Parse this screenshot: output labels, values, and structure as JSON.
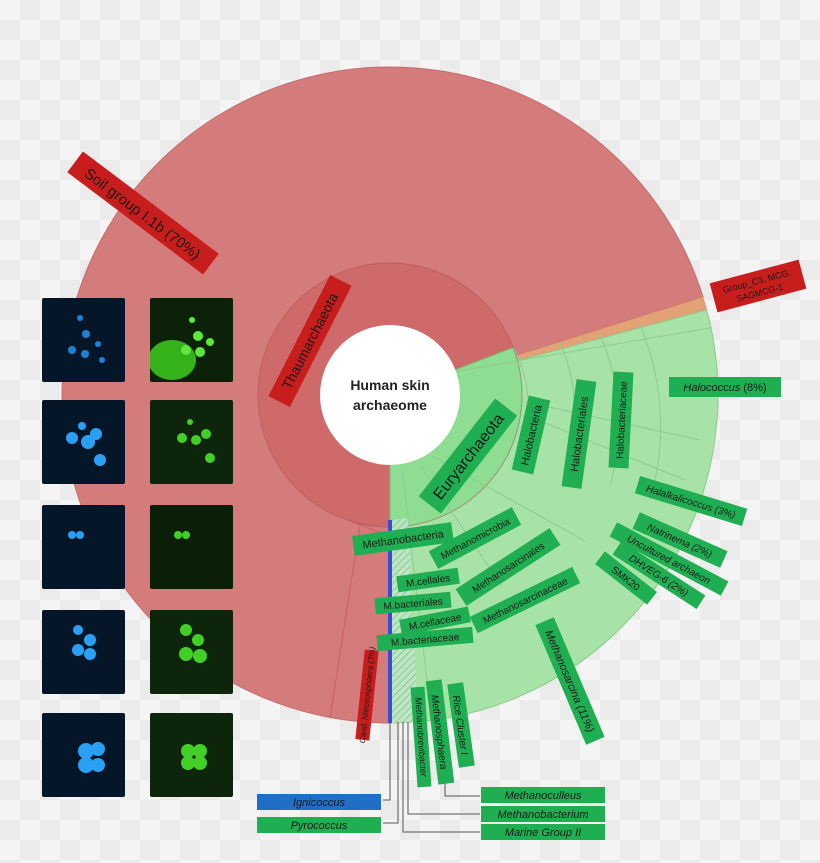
{
  "center": {
    "line1": "Human skin",
    "line2": "archaeome"
  },
  "colors": {
    "thaum_inner": "#cf6a6a",
    "thaum_outer": "#d47c7c",
    "eury_inner": "#6fcf79",
    "eury_mid": "#8fdc93",
    "eury_outer": "#a7e3a7",
    "red_label": "#c81d1d",
    "green_label": "#1fae52",
    "blue_label": "#1f6fc6",
    "cren": "#e3a276"
  },
  "labels": {
    "soil_group": "Soil group I.1b (70%)",
    "thaumarchaeota": "Thaumarchaeota",
    "group_c3_line1": "Group_C3, MCG,",
    "group_c3_line2": "SAGMCG-1",
    "nitrososphaera": "Cand. Nitrososphaera (3%)",
    "euryarchaeota": "Euryarchaeota",
    "halobacteria": "Halobacteria",
    "halobacteriales": "Halobacteriales",
    "halobacteriaceae": "Halobacteriaceae",
    "halococcus_name": "Halococcus",
    "halococcus_pct": " (8%)",
    "halalkalicoccus": "Halalkalicoccus (3%)",
    "natrinema": "Natrinema (2%)",
    "uncultured": "Uncultured archaeon",
    "dhveg": "DHVEG-6  (2%)",
    "smk20": "SMK20",
    "methanobacteria": "Methanobacteria",
    "methanomicrobia": "Methanomicrobia",
    "methanosarcinales": "Methanosarcinales",
    "mcellales": "M.cellales",
    "mbacteriales": "M.bacteriales",
    "methanosarcinaceae": "Methanosarcinaceae",
    "mcellaceae": "M.cellaceae",
    "mbacteriaceae": "M.bacteriaceae",
    "methanosarcina": "Methanosarcina (11%)",
    "rice_cluster": "Rice Cluster I",
    "methanosphaera": "Methanosphaera",
    "methanobrevibacter": "Methanobrevibacter",
    "ignicoccus": "Ignicoccus",
    "pyrococcus": "Pyrococcus",
    "methanoculleus": "Methanoculleus",
    "methanobacterium": "Methanobacterium",
    "marine_group": "Marine Group II"
  }
}
